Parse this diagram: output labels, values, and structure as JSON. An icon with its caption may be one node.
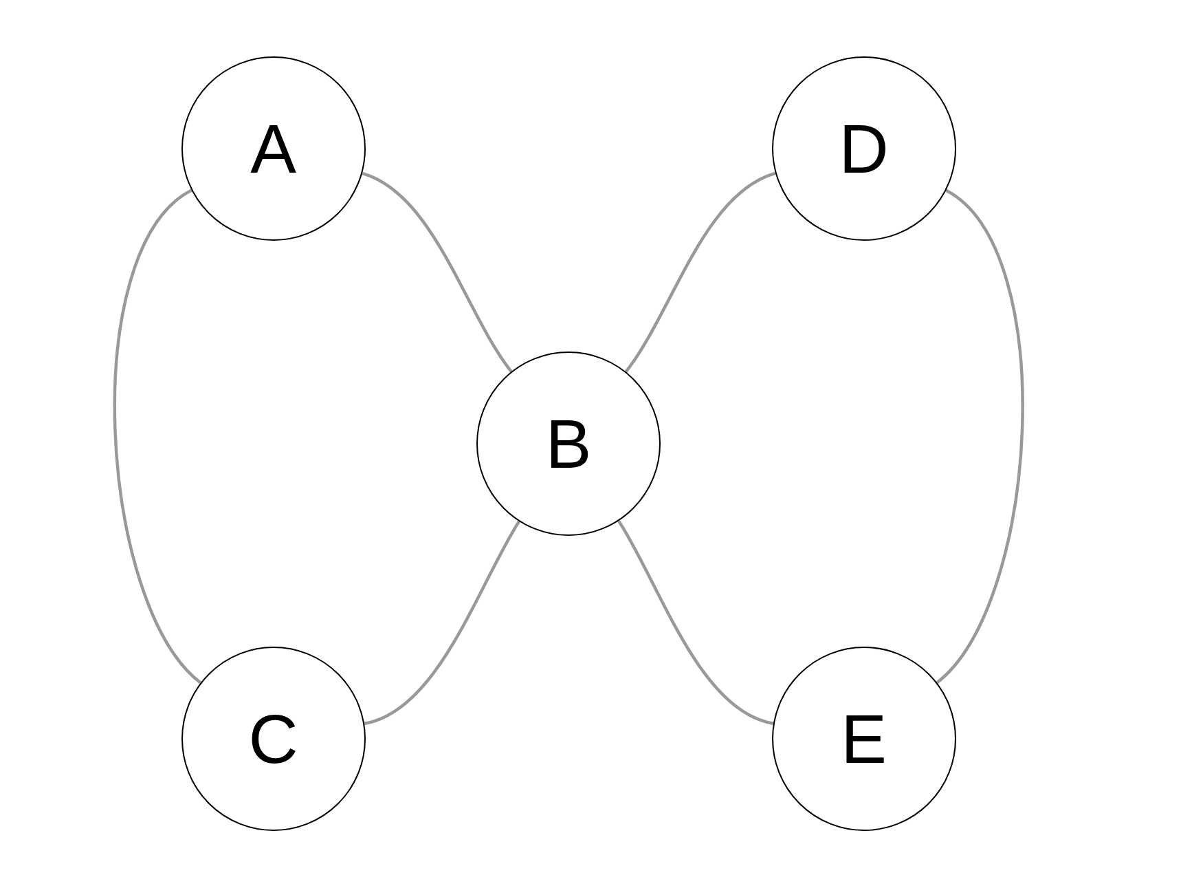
{
  "diagram": {
    "nodes": [
      {
        "text": [
          "A"
        ]
      },
      {
        "text": [
          "D"
        ]
      },
      {
        "text": [
          "B"
        ]
      },
      {
        "text": [
          "C"
        ]
      },
      {
        "text": [
          "E"
        ]
      }
    ],
    "edges": [
      {
        "from": 0,
        "to": 3,
        "arrow": "none"
      },
      {
        "from": 0,
        "to": 2,
        "arrow": "none"
      },
      {
        "from": 1,
        "to": 2,
        "arrow": "none"
      },
      {
        "from": 1,
        "to": 4,
        "arrow": "none"
      },
      {
        "from": 2,
        "to": 3,
        "arrow": "none"
      },
      {
        "from": 2,
        "to": 4,
        "arrow": "none"
      }
    ]
  }
}
